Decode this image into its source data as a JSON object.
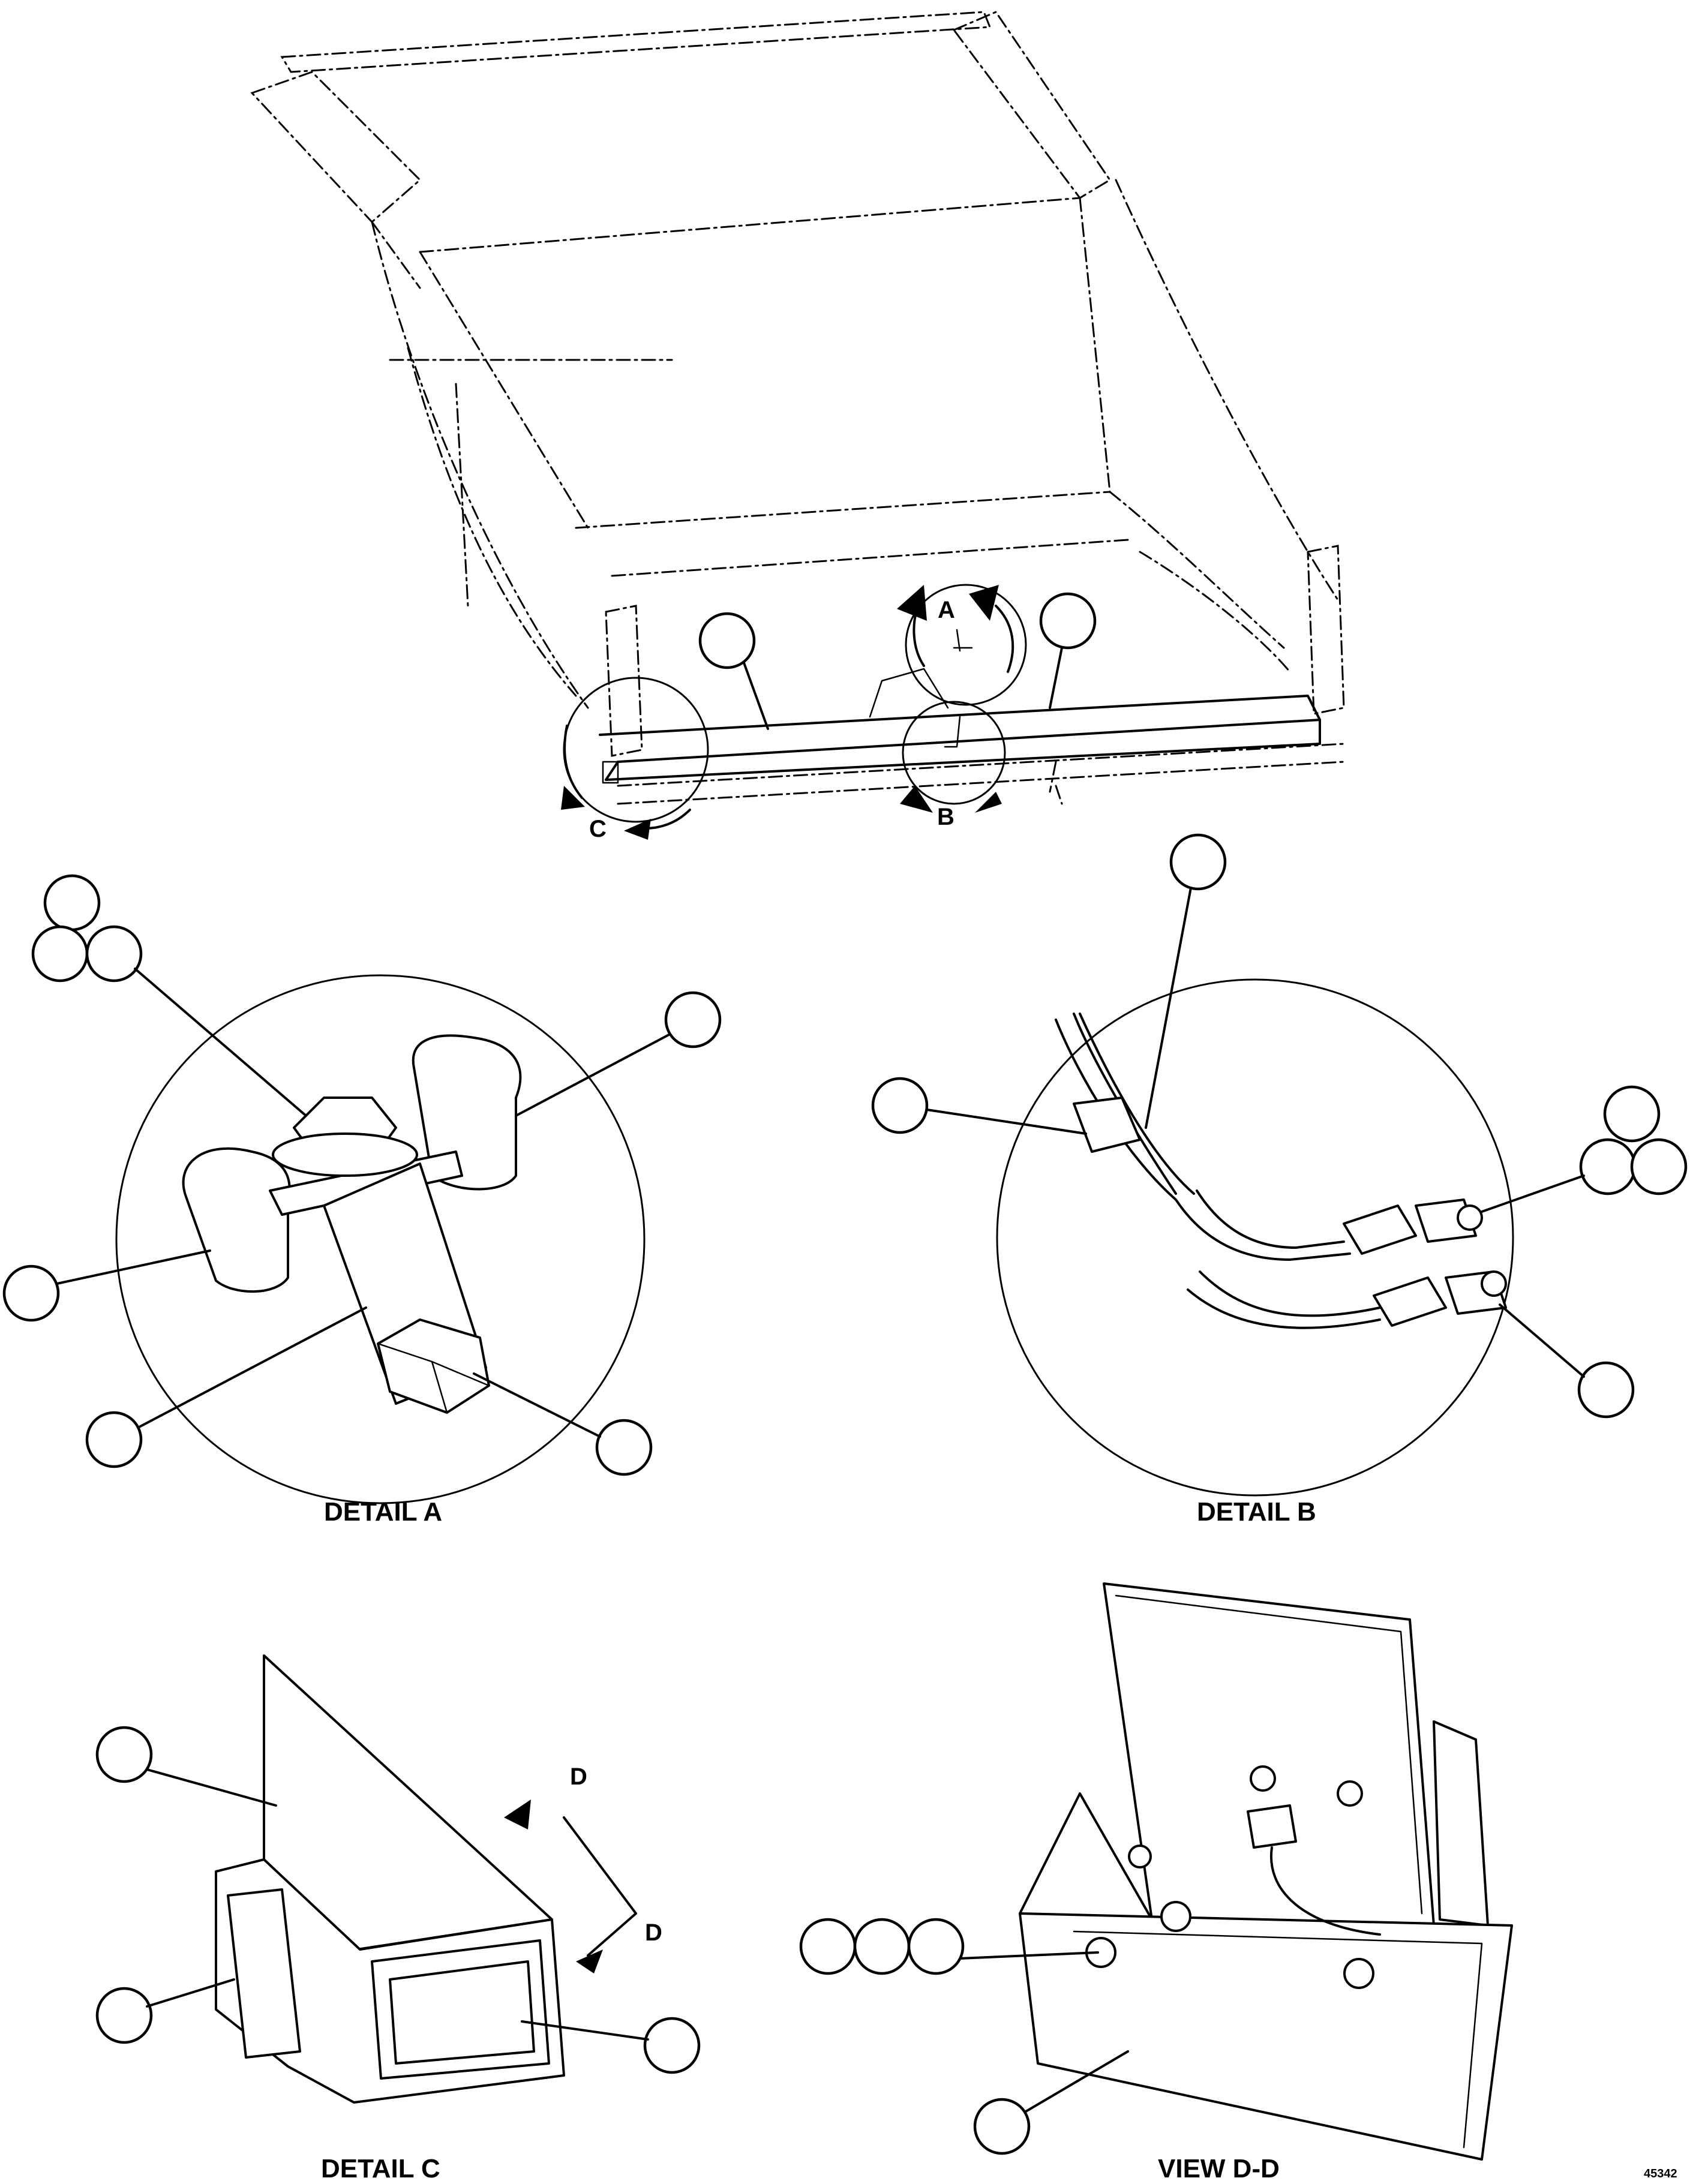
{
  "overview": {
    "detail_letters": {
      "a": "A",
      "b": "B",
      "c": "C"
    }
  },
  "detail_c": {
    "section_letter_top": "D",
    "section_letter_bottom": "D"
  },
  "captions": {
    "detail_a": "DETAIL A",
    "detail_b": "DETAIL B",
    "detail_c": "DETAIL C",
    "view_dd": "VIEW D-D"
  },
  "drawing_number": "45342"
}
